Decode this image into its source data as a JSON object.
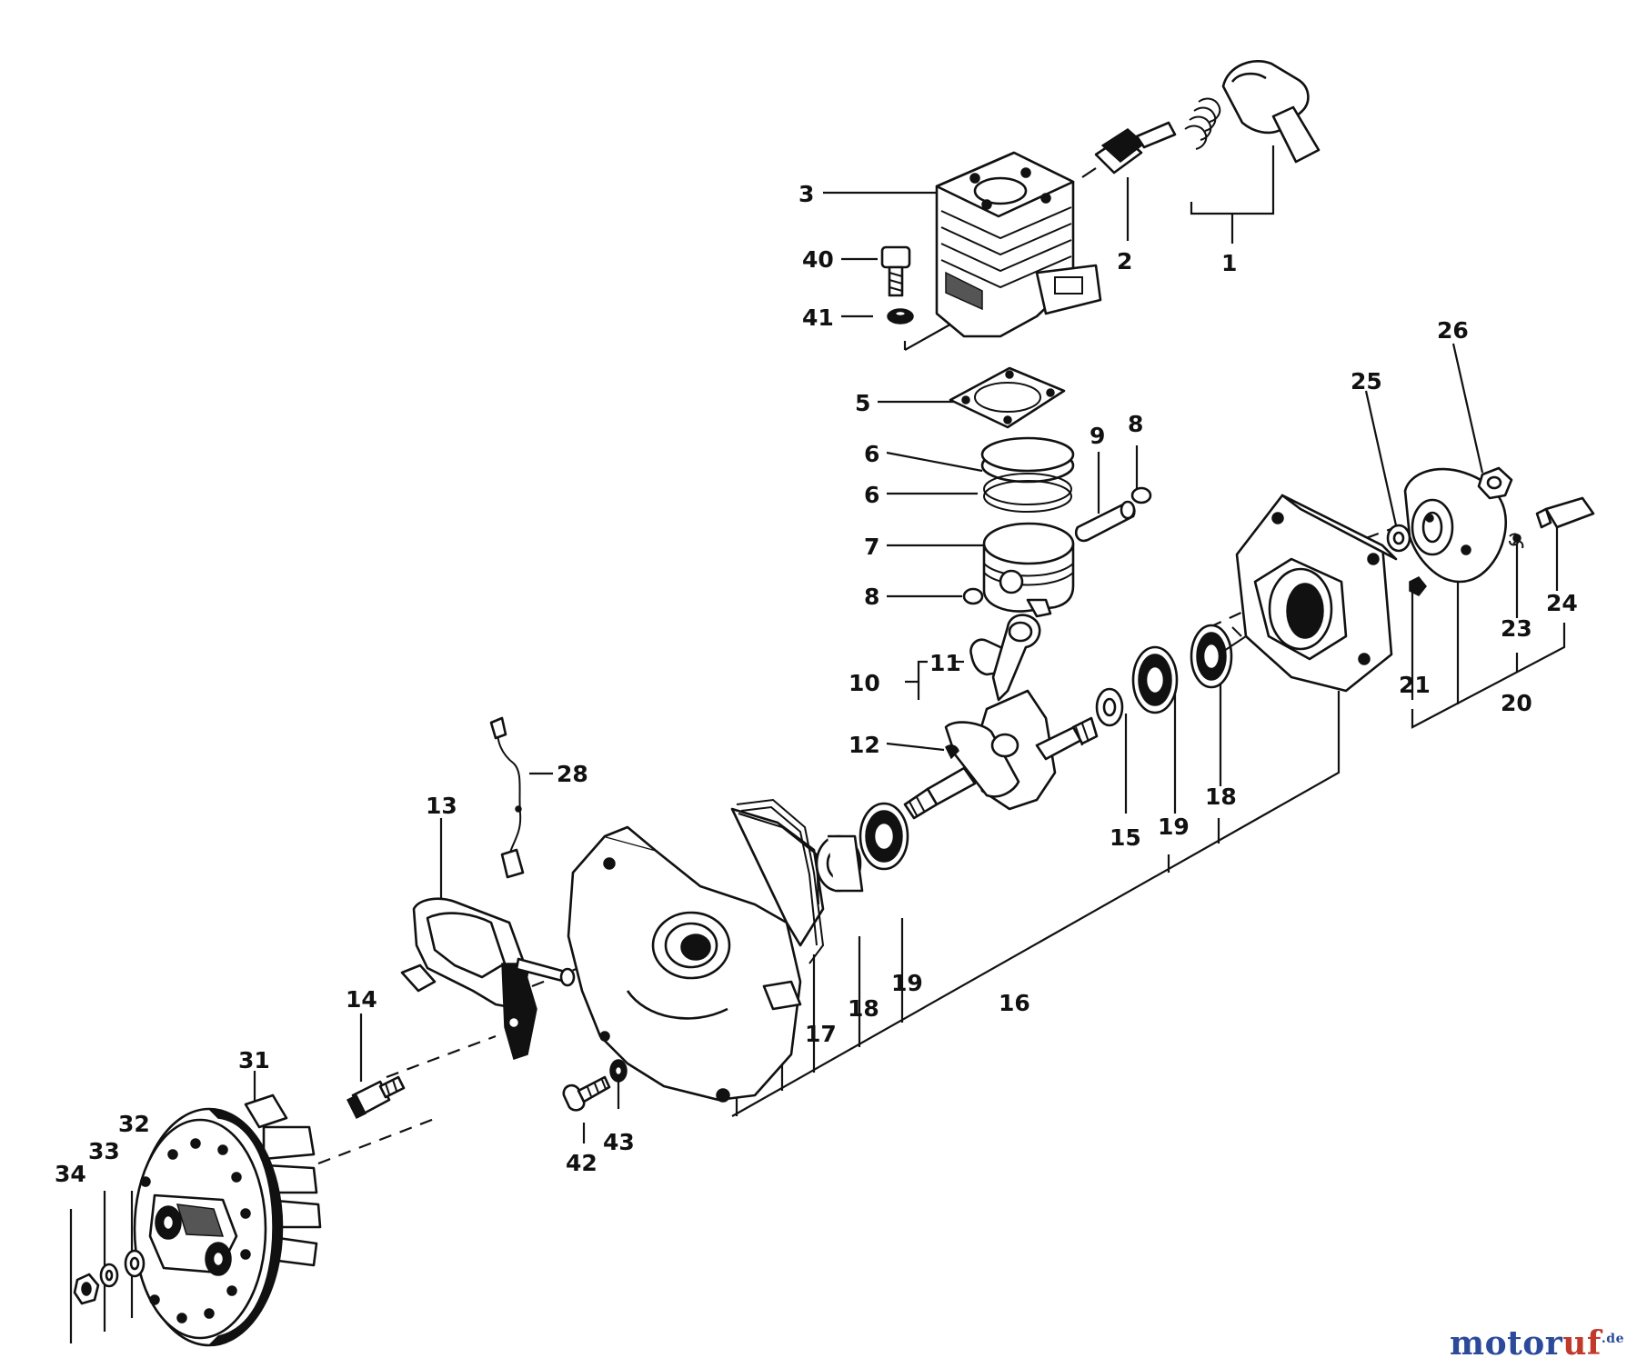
{
  "callouts": [
    {
      "id": "1",
      "text": "1"
    },
    {
      "id": "2",
      "text": "2"
    },
    {
      "id": "3",
      "text": "3"
    },
    {
      "id": "40",
      "text": "40"
    },
    {
      "id": "41",
      "text": "41"
    },
    {
      "id": "5",
      "text": "5"
    },
    {
      "id": "6a",
      "text": "6"
    },
    {
      "id": "6b",
      "text": "6"
    },
    {
      "id": "7",
      "text": "7"
    },
    {
      "id": "8a",
      "text": "8"
    },
    {
      "id": "8b",
      "text": "8"
    },
    {
      "id": "9",
      "text": "9"
    },
    {
      "id": "10",
      "text": "10"
    },
    {
      "id": "11",
      "text": "11"
    },
    {
      "id": "12",
      "text": "12"
    },
    {
      "id": "13",
      "text": "13"
    },
    {
      "id": "14",
      "text": "14"
    },
    {
      "id": "15",
      "text": "15"
    },
    {
      "id": "16",
      "text": "16"
    },
    {
      "id": "17",
      "text": "17"
    },
    {
      "id": "18a",
      "text": "18"
    },
    {
      "id": "18b",
      "text": "18"
    },
    {
      "id": "19a",
      "text": "19"
    },
    {
      "id": "19b",
      "text": "19"
    },
    {
      "id": "20",
      "text": "20"
    },
    {
      "id": "21",
      "text": "21"
    },
    {
      "id": "23",
      "text": "23"
    },
    {
      "id": "24",
      "text": "24"
    },
    {
      "id": "25",
      "text": "25"
    },
    {
      "id": "26",
      "text": "26"
    },
    {
      "id": "28",
      "text": "28"
    },
    {
      "id": "31",
      "text": "31"
    },
    {
      "id": "32",
      "text": "32"
    },
    {
      "id": "33",
      "text": "33"
    },
    {
      "id": "34",
      "text": "34"
    },
    {
      "id": "42",
      "text": "42"
    },
    {
      "id": "43",
      "text": "43"
    }
  ],
  "watermark": {
    "part1": "motor",
    "part2": "uf",
    "suffix": ".de"
  }
}
